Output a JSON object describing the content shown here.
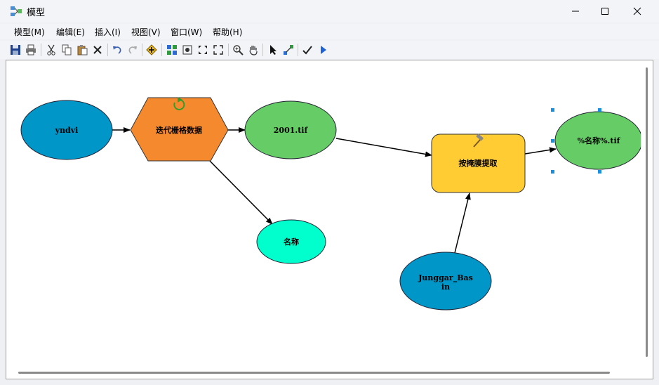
{
  "window": {
    "title": "模型"
  },
  "menu": {
    "items": [
      "模型(M)",
      "编辑(E)",
      "插入(I)",
      "视图(V)",
      "窗口(W)",
      "帮助(H)"
    ]
  },
  "toolbar": {
    "icons": [
      "save-icon",
      "print-icon",
      "cut-icon",
      "copy-icon",
      "paste-icon",
      "delete-icon",
      "undo-icon",
      "redo-icon",
      "add-data-icon",
      "auto-layout-icon",
      "full-extent-icon",
      "zoom-in-fixed-icon",
      "zoom-out-fixed-icon",
      "zoom-in-icon",
      "pan-icon",
      "select-icon",
      "connect-icon",
      "validate-icon",
      "run-icon"
    ]
  },
  "nodes": {
    "yndvi": "yndvi",
    "iterator": "迭代栅格数据",
    "raster_2001": "2001.tif",
    "name": "名称",
    "extract": "按掩膜提取",
    "junggar_line1": "Junggar_Bas",
    "junggar_line2": "in",
    "output": "%名称%.tif"
  },
  "colors": {
    "input_blue": "#0096c8",
    "output_green": "#66cc66",
    "tool_yellow": "#ffcc33",
    "iterator_orange": "#f5892e",
    "variable_cyan": "#00ffcc",
    "selection": "#0078d7"
  }
}
